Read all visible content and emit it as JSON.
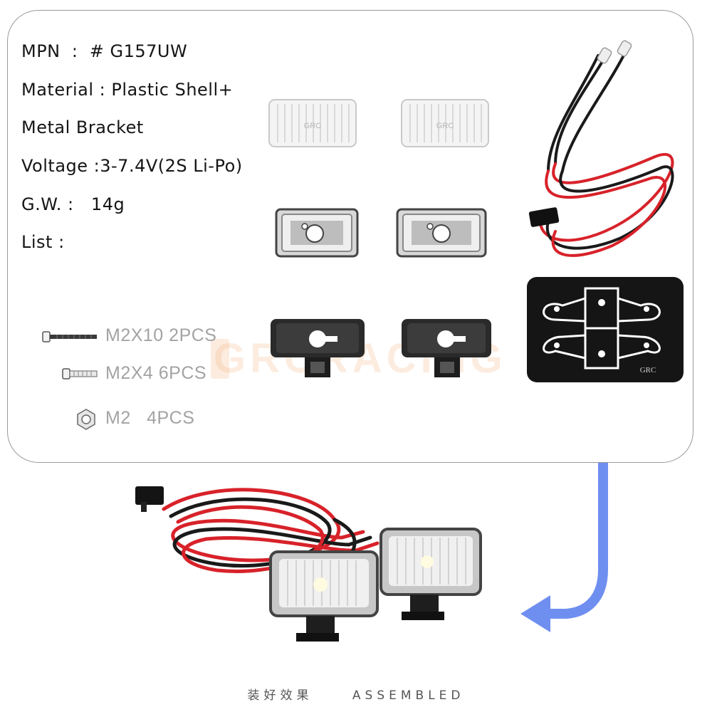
{
  "specs": {
    "mpn": "MPN  :  # G157UW",
    "material": "Material : Plastic Shell+",
    "material_cont": "Metal Bracket",
    "voltage": "Voltage :3-7.4V(2S Li-Po)",
    "gw": "G.W. :   14g",
    "list": "List :"
  },
  "hardware": [
    {
      "label": "M2X10",
      "qty": "2PCS"
    },
    {
      "label": "M2X4",
      "qty": "6PCS"
    },
    {
      "label": "M2",
      "qty": "4PCS"
    }
  ],
  "caption": {
    "chinese": "装好效果",
    "english": "ASSEMBLED"
  },
  "colors": {
    "card_border": "#9a9a9a",
    "arrow": "#6f8ff0",
    "wire_red": "#d8222a",
    "wire_black": "#1a1a1a",
    "hardware_text": "#a3a3a3"
  },
  "icons": [
    "lens-icon",
    "chrome-reflector-icon",
    "black-housing-icon",
    "led-wire-harness-icon",
    "stencil-sticker-icon",
    "screw-icon",
    "nut-icon",
    "down-left-arrow-icon",
    "assembled-lights-icon"
  ]
}
